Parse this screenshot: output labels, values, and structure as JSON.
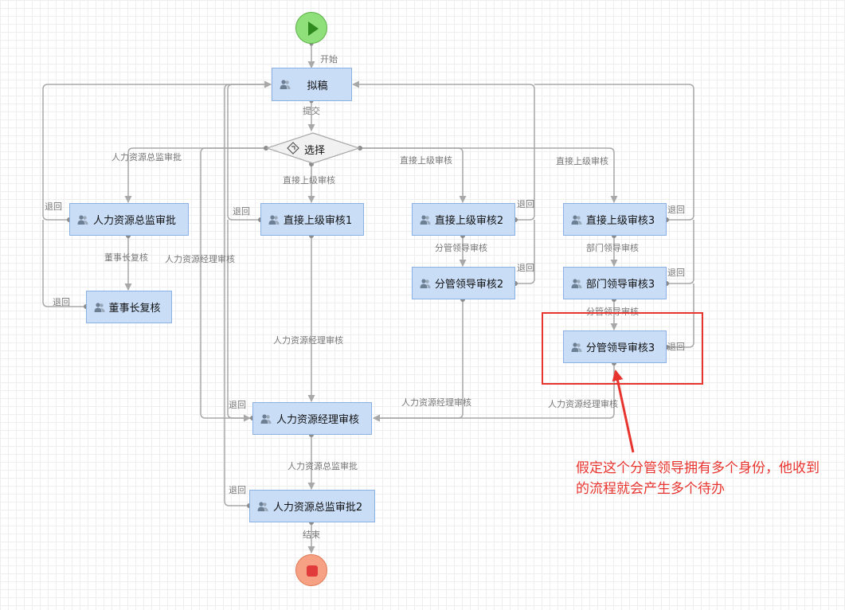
{
  "colors": {
    "node_fill": "#c9ddf7",
    "node_border": "#8ab0e4",
    "edge": "#a8a8a8",
    "start": "#8fe07b",
    "end": "#f6a184",
    "highlight": "#e8342e"
  },
  "nodes": {
    "draft": "拟稿",
    "decision": "选择",
    "hr_director_1": "人力资源总监审批",
    "chairman_review": "董事长复核",
    "direct_sup_1": "直接上级审核1",
    "direct_sup_2": "直接上级审核2",
    "division_leader_2": "分管领导审核2",
    "direct_sup_3": "直接上级审核3",
    "dept_leader_3": "部门领导审核3",
    "division_leader_3": "分管领导审核3",
    "hr_manager": "人力资源经理审核",
    "hr_director_2": "人力资源总监审批2"
  },
  "edge_labels": {
    "start": "开始",
    "submit": "提交",
    "hr_director_approve": "人力资源总监审批",
    "direct_sup_a": "直接上级审核",
    "direct_sup_b": "直接上级审核",
    "direct_sup_c": "直接上级审核",
    "chairman": "董事长复核",
    "hr_manager_a": "人力资源经理审核",
    "hr_manager_b": "人力资源经理审核",
    "hr_manager_c": "人力资源经理审核",
    "hr_manager_d": "人力资源经理审核",
    "division_2": "分管领导审核",
    "dept_3": "部门领导审核",
    "division_3": "分管领导审核",
    "hr_director_2": "人力资源总监审批",
    "end": "结束",
    "return": "退回"
  },
  "annotation": {
    "text": "假定这个分管领导拥有多个身份，他收到的流程就会产生多个待办"
  }
}
